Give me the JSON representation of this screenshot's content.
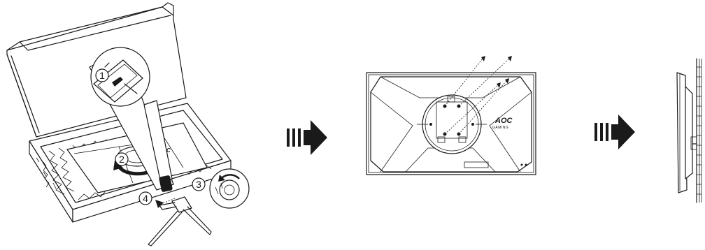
{
  "steps": [
    "1",
    "2",
    "3",
    "4"
  ],
  "monitor_logo": "AOC",
  "monitor_sublogo": "GAMING",
  "box_logo": "AOC",
  "arrows": [
    "next-step-arrow",
    "next-step-arrow"
  ]
}
